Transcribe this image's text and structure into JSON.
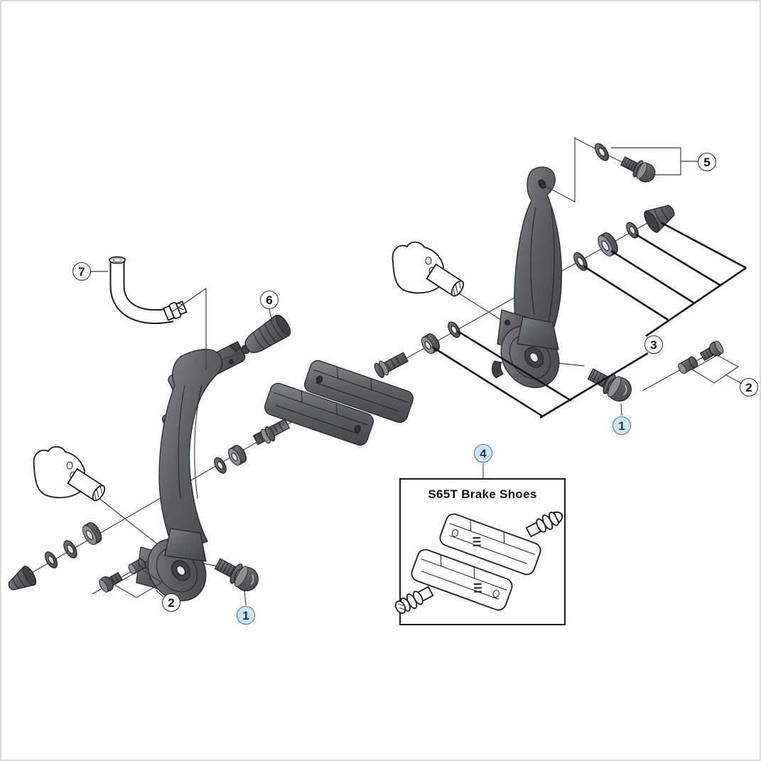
{
  "figure": {
    "kind": "exploded parts diagram",
    "box": {
      "title": "S65T Brake Shoes"
    }
  },
  "callouts": {
    "c1_left": {
      "label": "1",
      "variant": "blue"
    },
    "c1_right": {
      "label": "1",
      "variant": "blue"
    },
    "c2_left": {
      "label": "2",
      "variant": "white"
    },
    "c2_right": {
      "label": "2",
      "variant": "white"
    },
    "c3": {
      "label": "3",
      "variant": "white"
    },
    "c4": {
      "label": "4",
      "variant": "blue"
    },
    "c5": {
      "label": "5",
      "variant": "white"
    },
    "c6": {
      "label": "6",
      "variant": "white"
    },
    "c7": {
      "label": "7",
      "variant": "white"
    }
  },
  "colors": {
    "background": "#ffffff",
    "frame_border": "#dadada",
    "line": "#1a1a1a",
    "part_gray": "#5c5f62",
    "callout_blue_fill": "#cfe4f1",
    "callout_blue_border": "#5c7b91",
    "callout_blue_text": "#15364f",
    "callout_white_fill": "#ffffff",
    "callout_white_border": "#2b2b2b",
    "callout_white_text": "#111111"
  }
}
